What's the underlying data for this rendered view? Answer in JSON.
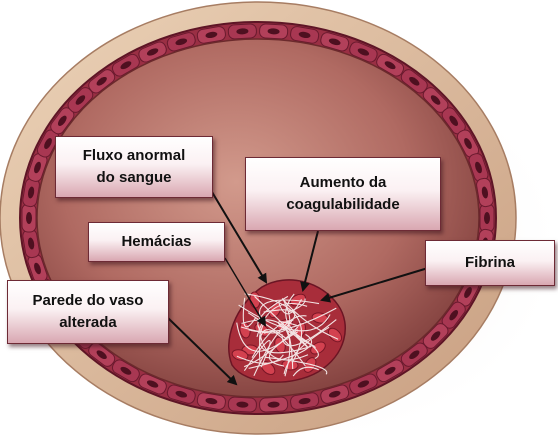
{
  "labels": {
    "fluxo": "Fluxo anormal\ndo sangue",
    "aumento": "Aumento da\ncoagulabilidade",
    "hemacias": "Hemácias",
    "fibrina": "Fibrina",
    "parede": "Parede do vaso\nalterada"
  },
  "colors": {
    "lumen_light": "#c4847a",
    "lumen_dark": "#8c4a45",
    "wall_outer": "#d9b99a",
    "endothelium": "#a2344a",
    "nucleus": "#5a1524",
    "clot_red": "#b8323f",
    "fibrin": "#f6ecec",
    "arrow": "#111111"
  },
  "icons": [
    "endothelial-cell-icon",
    "blood-clot-icon",
    "arrow-icon"
  ]
}
